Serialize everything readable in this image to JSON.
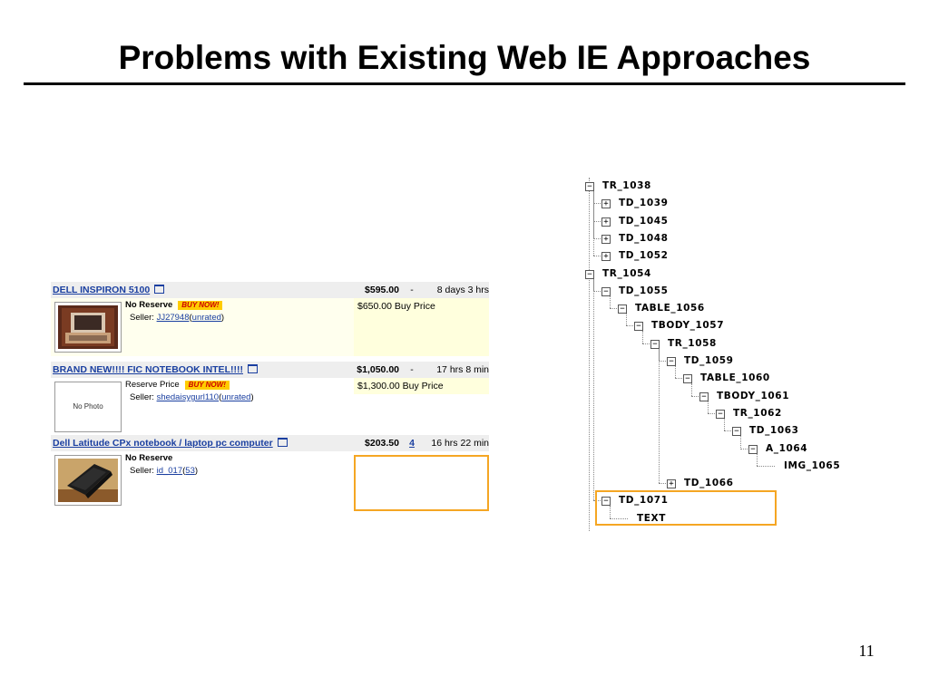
{
  "slide": {
    "title": "Problems with Existing Web IE Approaches",
    "page_number": "11"
  },
  "listings": [
    {
      "title": "DELL INSPIRON 5100",
      "price": "$595.00",
      "bids": "-",
      "time_left": "8 days 3 hrs",
      "format": "No Reserve",
      "buy_now_badge": "BUY NOW!",
      "seller_prefix": "Seller:",
      "seller": "JJ27948",
      "feedback": "unrated",
      "buy_price": "$650.00 Buy Price",
      "thumb": "laptop-photo"
    },
    {
      "title": "BRAND NEW!!!! FIC NOTEBOOK INTEL!!!!",
      "price": "$1,050.00",
      "bids": "-",
      "time_left": "17 hrs 8 min",
      "format": "Reserve Price",
      "buy_now_badge": "BUY NOW!",
      "seller_prefix": "Seller:",
      "seller": "shedaisygurl110",
      "feedback": "unrated",
      "buy_price": "$1,300.00 Buy Price",
      "no_photo_text": "No Photo"
    },
    {
      "title": "Dell Latitude CPx notebook / laptop pc computer",
      "price": "$203.50",
      "bids": "4",
      "time_left": "16 hrs 22 min",
      "format": "No Reserve",
      "seller_prefix": "Seller:",
      "seller": "id_017",
      "feedback": "53",
      "thumb": "laptop-photo"
    }
  ],
  "dom_tree": {
    "nodes": [
      {
        "label": "TR_1038",
        "toggle": "−"
      },
      {
        "label": "TD_1039",
        "toggle": "+"
      },
      {
        "label": "TD_1045",
        "toggle": "+"
      },
      {
        "label": "TD_1048",
        "toggle": "+"
      },
      {
        "label": "TD_1052",
        "toggle": "+"
      },
      {
        "label": "TR_1054",
        "toggle": "−"
      },
      {
        "label": "TD_1055",
        "toggle": "−"
      },
      {
        "label": "TABLE_1056",
        "toggle": "−"
      },
      {
        "label": "TBODY_1057",
        "toggle": "−"
      },
      {
        "label": "TR_1058",
        "toggle": "−"
      },
      {
        "label": "TD_1059",
        "toggle": "−"
      },
      {
        "label": "TABLE_1060",
        "toggle": "−"
      },
      {
        "label": "TBODY_1061",
        "toggle": "−"
      },
      {
        "label": "TR_1062",
        "toggle": "−"
      },
      {
        "label": "TD_1063",
        "toggle": "−"
      },
      {
        "label": "A_1064",
        "toggle": "−"
      },
      {
        "label": "IMG_1065",
        "toggle": ""
      },
      {
        "label": "TD_1066",
        "toggle": "+"
      },
      {
        "label": "TD_1071",
        "toggle": "−"
      },
      {
        "label": "TEXT",
        "toggle": ""
      }
    ]
  },
  "colors": {
    "highlight": "#f5a623",
    "link": "#1a3fa0",
    "buy_price_bg": "#ffffdd",
    "header_bg": "#eeeeee"
  }
}
